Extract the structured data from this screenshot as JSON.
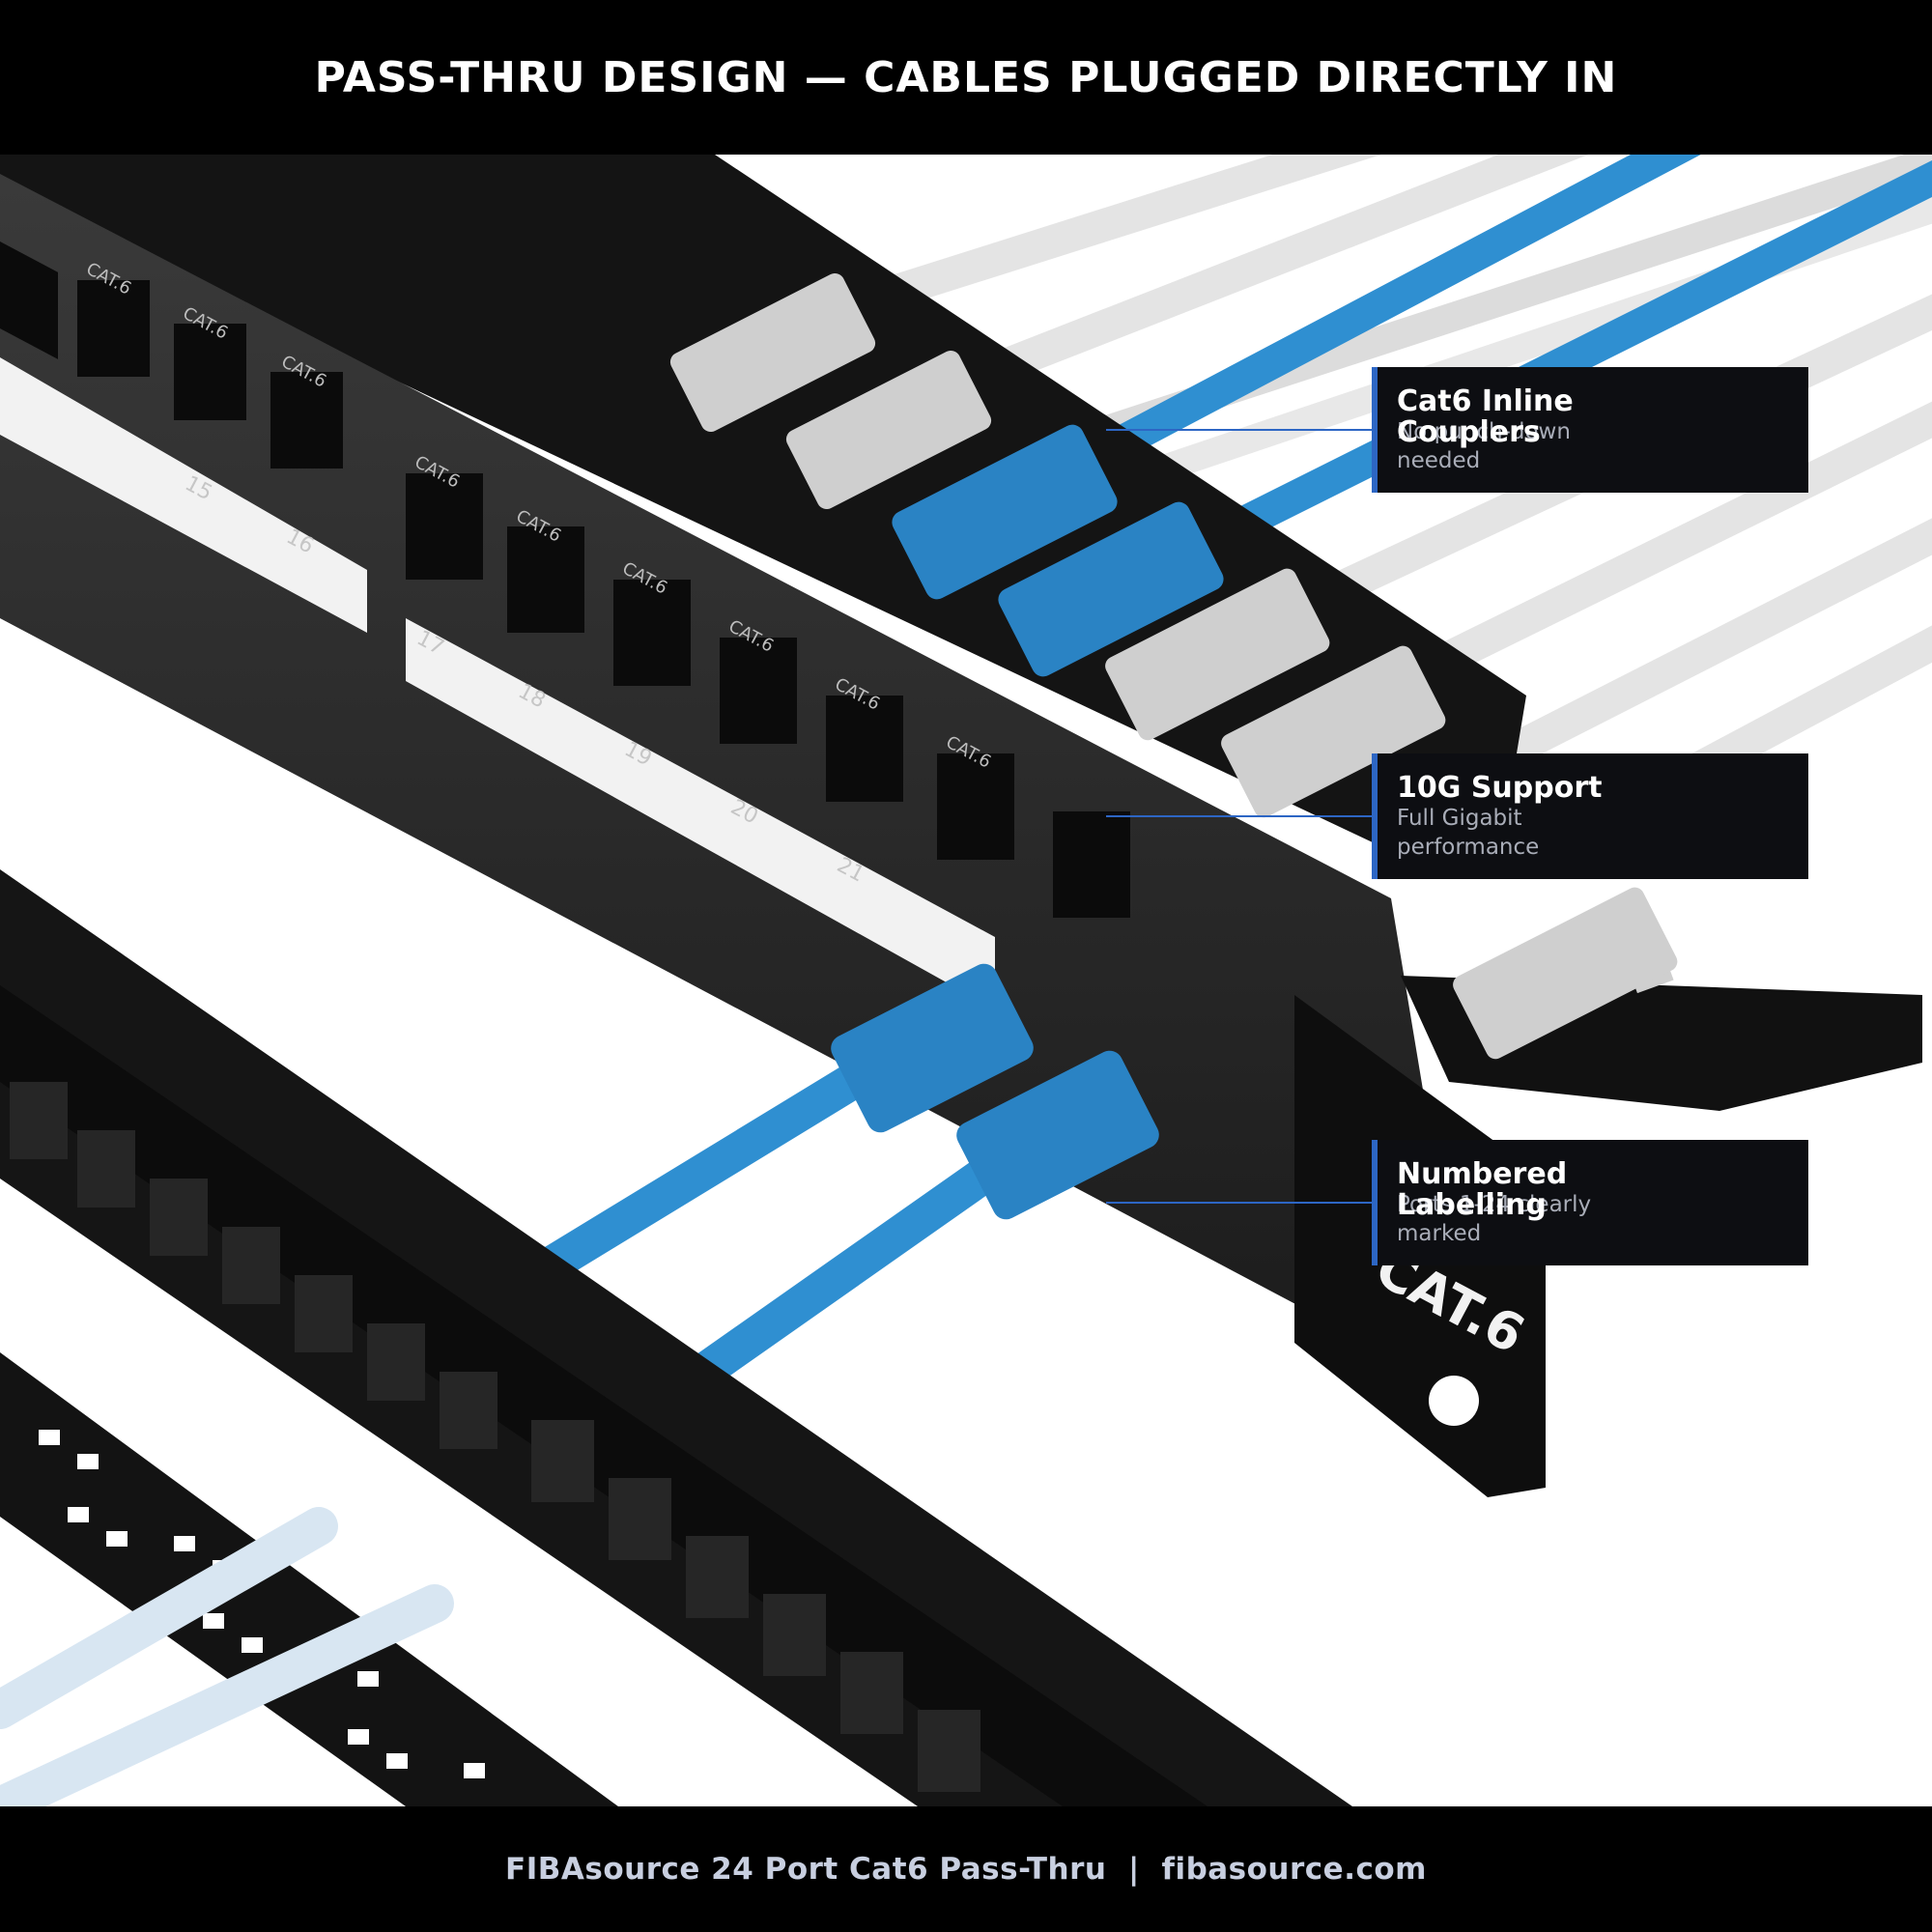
{
  "header": {
    "title": "PASS-THRU DESIGN — CABLES PLUGGED DIRECTLY IN"
  },
  "callouts": [
    {
      "title": "Cat6 Inline Couplers",
      "subtitle": "No punch-down needed"
    },
    {
      "title": "10G Support",
      "subtitle": "Full Gigabit performance"
    },
    {
      "title": "Numbered Labelling",
      "subtitle": "Ports 1-24 clearly marked"
    }
  ],
  "footer": {
    "text": "FIBAsource 24 Port Cat6 Pass-Thru  |  fibasource.com"
  },
  "photo": {
    "jack_label": "CAT.6",
    "bracket_label": "CAT.6",
    "port_numbers": [
      "15",
      "16",
      "17",
      "18",
      "19",
      "20",
      "21"
    ]
  },
  "colors": {
    "accent": "#2d66c4",
    "cable_blue": "#2f8fd1",
    "cable_white": "#e6e6e6",
    "panel": "#1a1a1a"
  }
}
